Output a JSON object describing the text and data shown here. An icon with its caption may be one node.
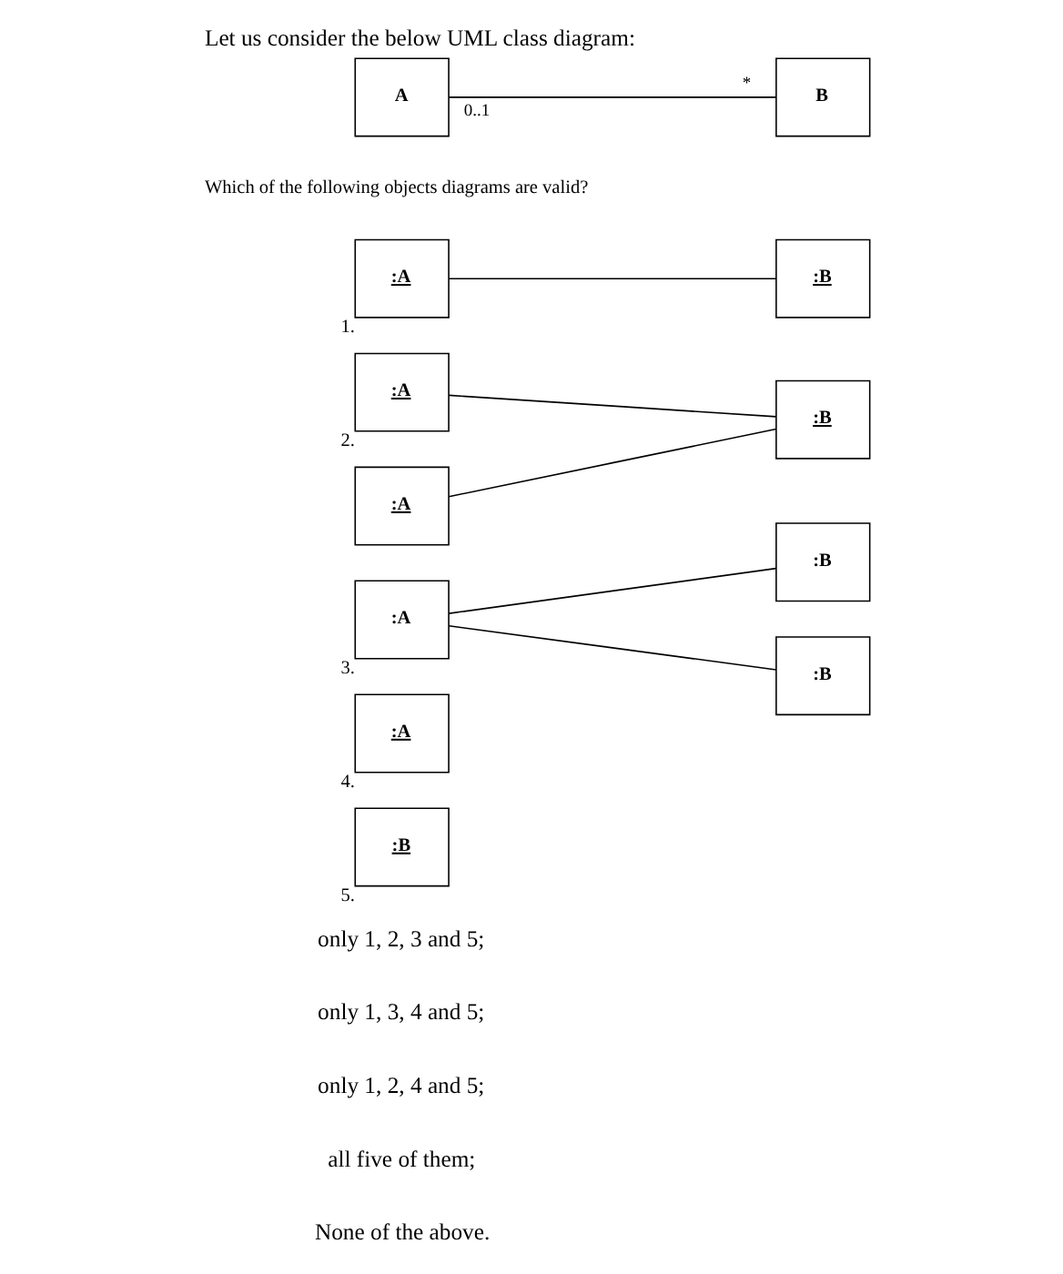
{
  "diagram": {
    "title": "Let us consider the below UML class diagram:",
    "nodes": [
      {
        "text": [
          "A"
        ]
      },
      {
        "text": [
          "B"
        ]
      },
      {
        "text": [
          ":A"
        ],
        "beside": [
          "1."
        ]
      },
      {
        "text": [
          ":B"
        ]
      },
      {
        "text": [
          ":A"
        ],
        "beside": [
          "2."
        ]
      },
      {
        "text": [
          ":A"
        ]
      },
      {
        "text": [
          ":B"
        ]
      },
      {
        "text": [
          ":A"
        ],
        "beside": [
          "3."
        ]
      },
      {
        "text": [
          ":B"
        ]
      },
      {
        "text": [
          ":B"
        ]
      },
      {
        "text": [
          ":A"
        ],
        "beside": [
          "4."
        ]
      },
      {
        "text": [
          ":B"
        ],
        "beside": [
          "5."
        ]
      }
    ],
    "edges": [
      {
        "from": 0,
        "to": 1,
        "arrow": "none"
      },
      {
        "from": 2,
        "to": 3,
        "arrow": "none"
      },
      {
        "from": 4,
        "to": 6,
        "arrow": "none"
      },
      {
        "from": 5,
        "to": 6,
        "arrow": "none"
      },
      {
        "from": 7,
        "to": 8,
        "arrow": "none"
      },
      {
        "from": 7,
        "to": 9,
        "arrow": "none"
      }
    ],
    "labels": [
      "0..1",
      "*",
      "Which of the following objects diagrams are valid?",
      "only 1, 2, 3 and 5;",
      "only 1, 3, 4 and 5;",
      "only 1, 2, 4 and 5;",
      "all five of them;",
      "None of the above."
    ]
  }
}
